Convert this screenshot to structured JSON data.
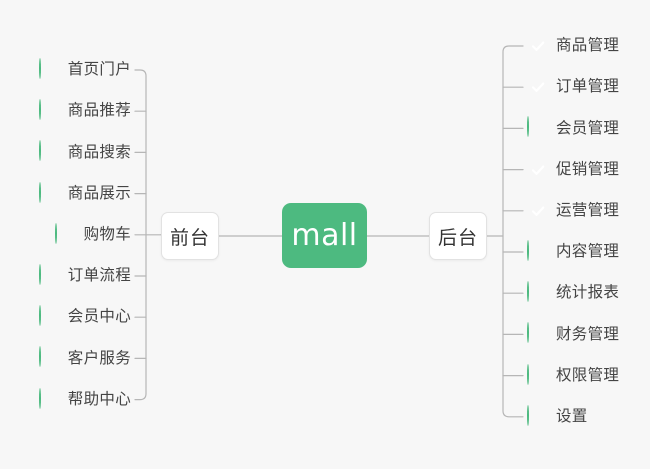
{
  "canvas": {
    "background": "#f7f7f7",
    "line_color": "#b6b6b6"
  },
  "root": {
    "label": "mall",
    "color": "#4dba80",
    "text_color": "#ffffff"
  },
  "branches": [
    {
      "id": "frontend",
      "label": "前台",
      "side": "left",
      "items": [
        {
          "label": "首页门户",
          "icon": "pie-progress-icon",
          "progress": 25,
          "state": "partial"
        },
        {
          "label": "商品推荐",
          "icon": "pie-progress-icon",
          "progress": 42,
          "state": "partial"
        },
        {
          "label": "商品搜索",
          "icon": "pie-progress-icon",
          "progress": 50,
          "state": "partial"
        },
        {
          "label": "商品展示",
          "icon": "pie-progress-icon",
          "progress": 50,
          "state": "partial"
        },
        {
          "label": "购物车",
          "icon": "pie-progress-icon",
          "progress": 50,
          "state": "partial"
        },
        {
          "label": "订单流程",
          "icon": "pie-progress-icon",
          "progress": 50,
          "state": "partial"
        },
        {
          "label": "会员中心",
          "icon": "pie-progress-icon",
          "progress": 25,
          "state": "partial"
        },
        {
          "label": "客户服务",
          "icon": "pie-progress-icon",
          "progress": 25,
          "state": "partial"
        },
        {
          "label": "帮助中心",
          "icon": "pie-progress-icon",
          "progress": 25,
          "state": "partial"
        }
      ]
    },
    {
      "id": "backend",
      "label": "后台",
      "side": "right",
      "items": [
        {
          "label": "商品管理",
          "icon": "check-circle-icon",
          "progress": 100,
          "state": "complete"
        },
        {
          "label": "订单管理",
          "icon": "check-circle-icon",
          "progress": 100,
          "state": "complete"
        },
        {
          "label": "会员管理",
          "icon": "pie-progress-icon",
          "progress": 25,
          "state": "partial"
        },
        {
          "label": "促销管理",
          "icon": "check-circle-icon",
          "progress": 100,
          "state": "complete"
        },
        {
          "label": "运营管理",
          "icon": "check-circle-icon",
          "progress": 100,
          "state": "complete"
        },
        {
          "label": "内容管理",
          "icon": "pie-progress-icon",
          "progress": 25,
          "state": "partial"
        },
        {
          "label": "统计报表",
          "icon": "pie-progress-icon",
          "progress": 25,
          "state": "partial"
        },
        {
          "label": "财务管理",
          "icon": "pie-progress-icon",
          "progress": 25,
          "state": "partial"
        },
        {
          "label": "权限管理",
          "icon": "pie-progress-icon",
          "progress": 50,
          "state": "partial"
        },
        {
          "label": "设置",
          "icon": "pie-progress-icon",
          "progress": 25,
          "state": "partial"
        }
      ]
    }
  ],
  "colors": {
    "accent_green": "#4dba80",
    "complete_green": "#27a355",
    "text": "#444444",
    "box_border": "#e2e2e2"
  }
}
